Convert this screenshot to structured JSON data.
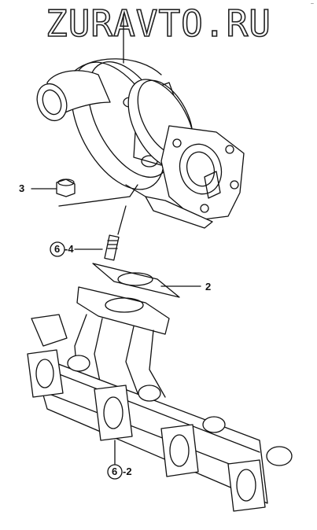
{
  "watermark": "ZURAVTO.RU",
  "corner_mark": "~",
  "callouts": {
    "c3": "3",
    "c6_4_circle": "6",
    "c6_4_suffix": "-4",
    "c2": "2",
    "c6_2_circle": "6",
    "c6_2_suffix": "-2"
  },
  "colors": {
    "line": "#111111",
    "background": "#ffffff"
  }
}
